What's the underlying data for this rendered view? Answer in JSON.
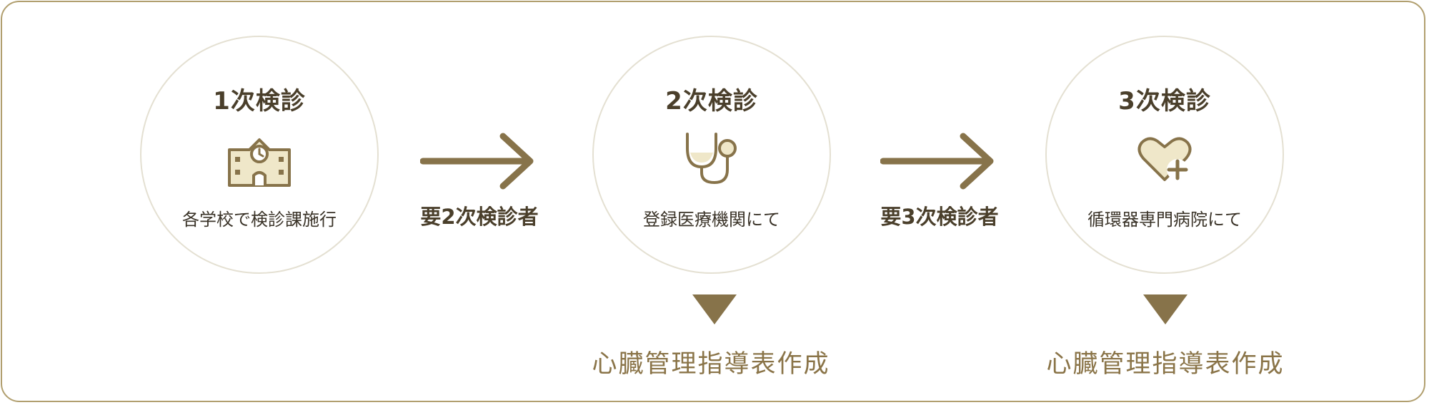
{
  "colors": {
    "accent": "#87734a",
    "border": "#b19f6f",
    "circle_border": "#e4e0d2",
    "icon_fill": "#efe7c9",
    "title_text": "#4a3f2b",
    "result_text": "#8a7448"
  },
  "steps": [
    {
      "title": "1次検診",
      "description": "各学校で検診課施行",
      "icon": "school-building-icon"
    },
    {
      "title": "2次検診",
      "description": "登録医療機関にて",
      "icon": "stethoscope-icon"
    },
    {
      "title": "3次検診",
      "description": "循環器専門病院にて",
      "icon": "heart-plus-icon"
    }
  ],
  "arrows": [
    {
      "label": "要2次検診者",
      "icon": "right-arrow-icon"
    },
    {
      "label": "要3次検診者",
      "icon": "right-arrow-icon"
    }
  ],
  "results": [
    {
      "label": "心臓管理指導表作成",
      "icon": "down-triangle-icon"
    },
    {
      "label": "心臓管理指導表作成",
      "icon": "down-triangle-icon"
    }
  ]
}
